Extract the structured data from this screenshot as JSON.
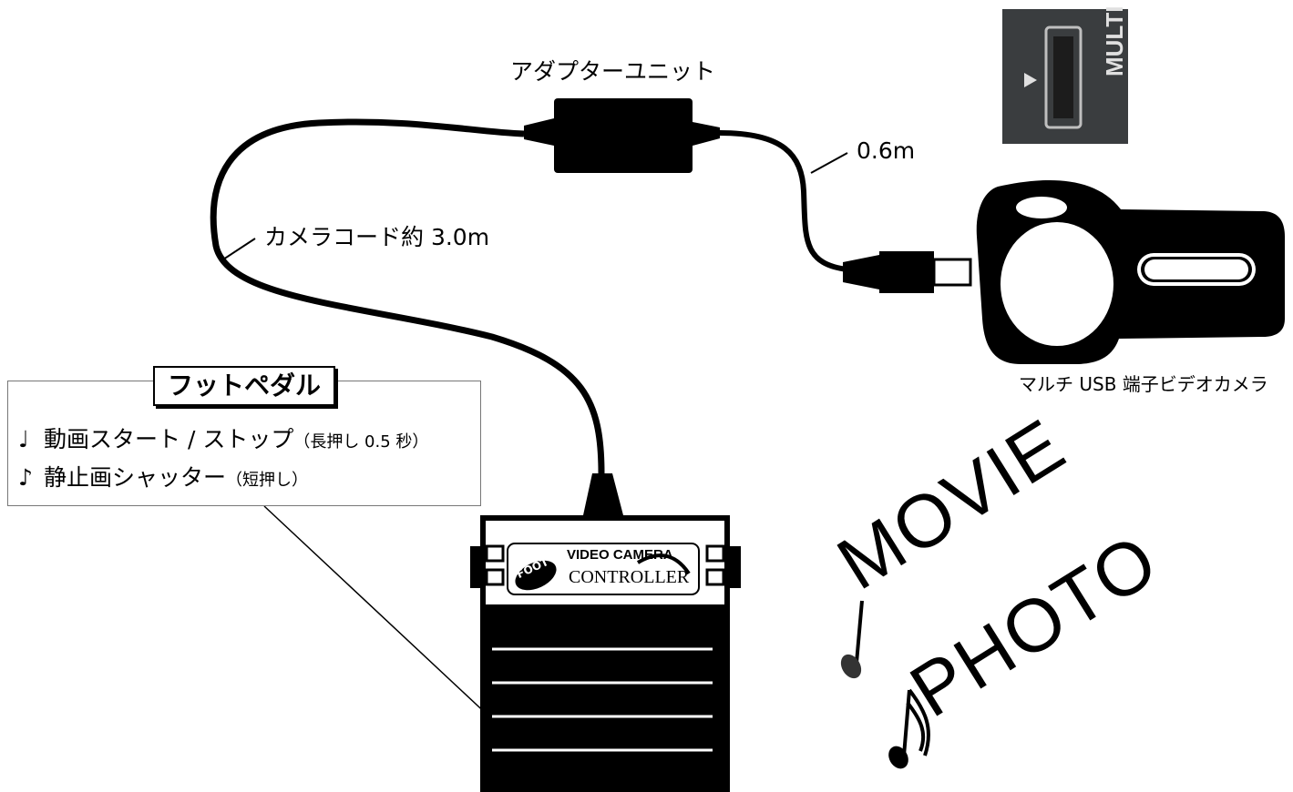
{
  "labels": {
    "adapter_unit": "アダプターユニット",
    "short_cable_length": "0.6m",
    "camera_cord": "カメラコード約 3.0m",
    "camera": "マルチ USB 端子ビデオカメラ"
  },
  "port_photo": {
    "text": "MULTI"
  },
  "legend": {
    "title": "フットペダル",
    "line1_icon": "♩",
    "line1_text": "動画スタート / ストップ",
    "line1_note": "（長押し 0.5 秒）",
    "line2_icon": "♪",
    "line2_text": "静止画シャッター",
    "line2_note": "（短押し）"
  },
  "pedal": {
    "logo_top": "VIDEO CAMERA",
    "logo_bottom": "CONTROLLER",
    "logo_badge": "FOOT"
  },
  "modes": {
    "movie": "MOVIE",
    "photo": "PHOTO"
  },
  "icons": {
    "quarter_note": "quarter-note-icon",
    "eighth_note": "eighth-note-icon",
    "camera": "camcorder-icon",
    "pedal": "foot-pedal-icon"
  },
  "colors": {
    "ink": "#000000",
    "background": "#ffffff",
    "photo_bg": "#3a3d3f"
  }
}
